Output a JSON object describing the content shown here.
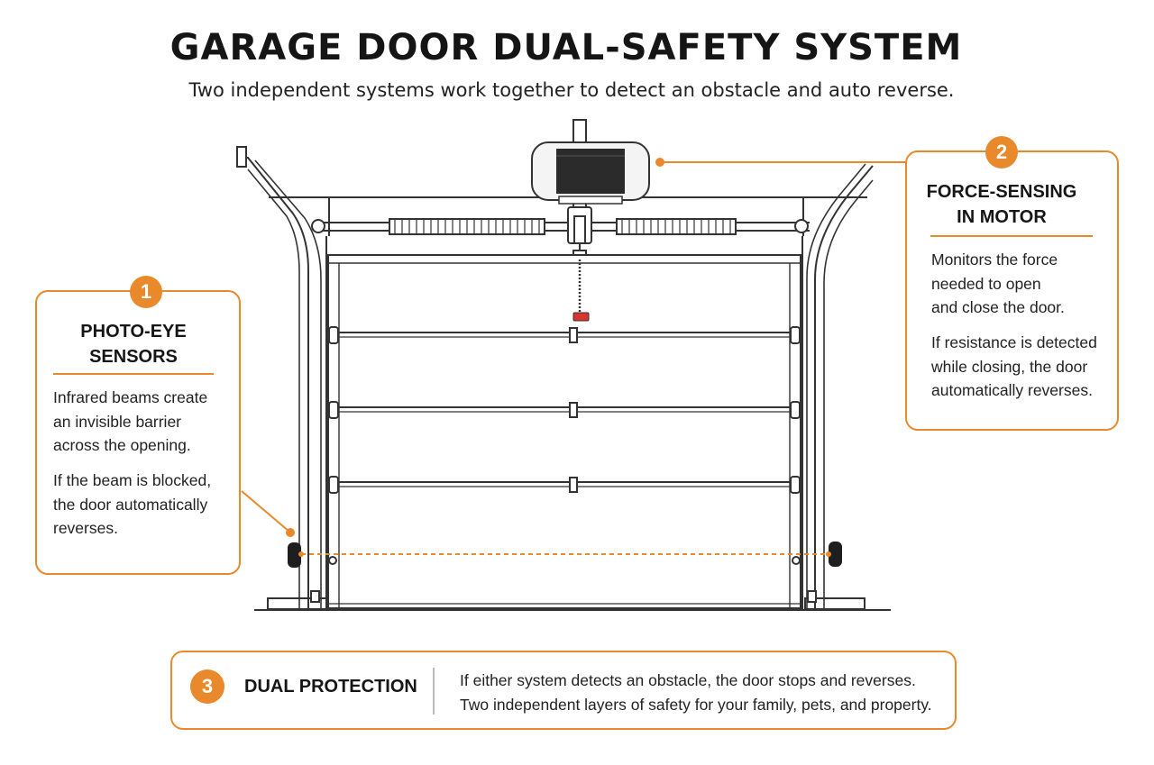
{
  "header": {
    "title": "GARAGE DOOR DUAL-SAFETY SYSTEM",
    "subtitle": "Two independent systems work together to detect an obstacle and auto reverse."
  },
  "callouts": [
    {
      "number": "1",
      "title_line1": "PHOTO-EYE",
      "title_line2": "SENSORS",
      "paragraph1_lines": [
        "Infrared beams create",
        "an invisible barrier",
        "across the opening."
      ],
      "paragraph2_lines": [
        "If the beam is blocked,",
        "the door automatically",
        "reverses."
      ]
    },
    {
      "number": "2",
      "title_line1": "FORCE-SENSING",
      "title_line2": "IN MOTOR",
      "paragraph1_lines": [
        "Monitors the force",
        "needed to open",
        "and close the door."
      ],
      "paragraph2_lines": [
        "If resistance is detected",
        "while closing, the door",
        "automatically reverses."
      ]
    }
  ],
  "summary": {
    "number": "3",
    "title": "DUAL PROTECTION",
    "line1": "If either system detects an obstacle, the door stops and reverses.",
    "line2": "Two independent layers of safety for your family, pets, and property."
  },
  "colors": {
    "accent": "#e8892b",
    "line": "#333333",
    "motor_housing": "#f4f4f4",
    "motor_panel": "#2b2b2b",
    "emergency_release": "#d9342b",
    "sensor": "#1e1e1e"
  }
}
